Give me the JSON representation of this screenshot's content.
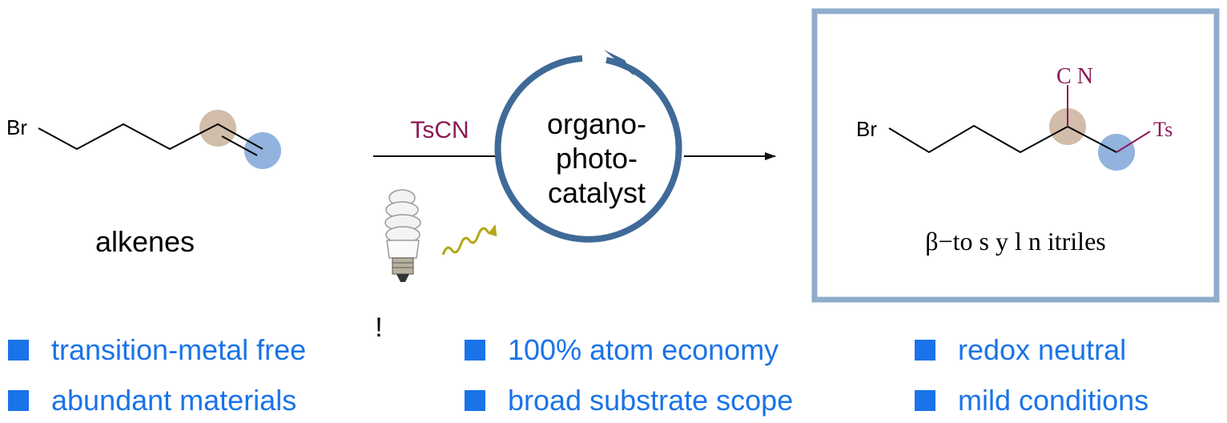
{
  "reactant": {
    "br_label": "Br",
    "caption": "alkenes"
  },
  "reagent": {
    "label": "TsCN"
  },
  "catalyst": {
    "line1": "organo-",
    "line2": "photo-",
    "line3": "catalyst"
  },
  "light": {
    "icon": "lightbulb-icon",
    "note": "!"
  },
  "product": {
    "br_label": "Br",
    "cn_label": "C N",
    "ts_label": "Ts",
    "caption": "β−to s y l n itriles"
  },
  "features": {
    "items": [
      {
        "label": "transition-metal free"
      },
      {
        "label": "100% atom economy"
      },
      {
        "label": "redox neutral"
      },
      {
        "label": "abundant materials"
      },
      {
        "label": "broad substrate scope"
      },
      {
        "label": "mild conditions"
      }
    ]
  },
  "colors": {
    "brown_highlight": "#c9b29a",
    "blue_highlight": "#7fa6d8",
    "cycle_arrow": "#3f6a98",
    "box_border": "#8faccc",
    "reagent_text": "#8b1a55",
    "bullet": "#1a73e8",
    "light_wave": "#b5a817"
  }
}
